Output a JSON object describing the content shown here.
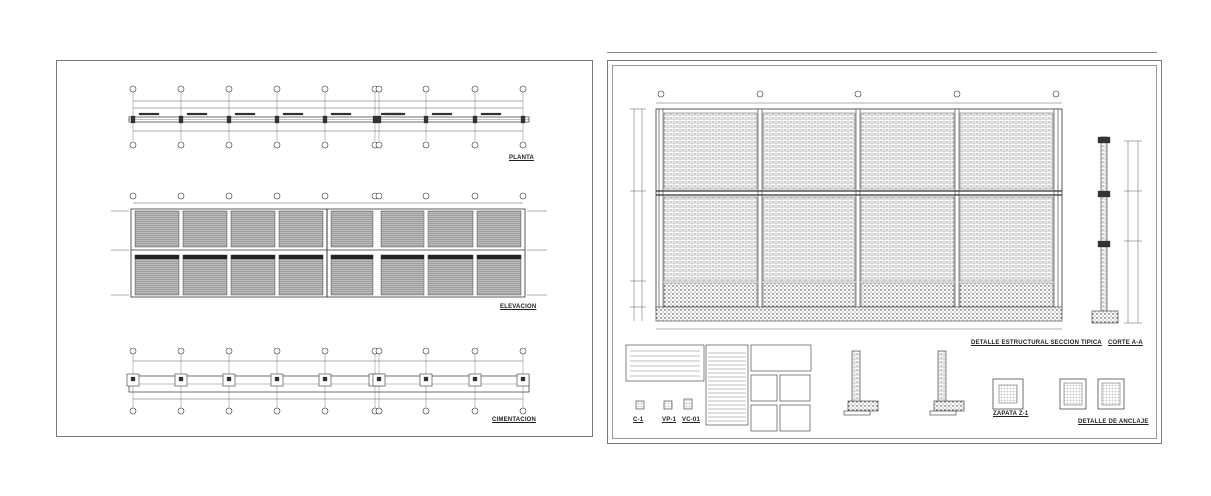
{
  "sheet1": {
    "planta_label": "PLANTA",
    "elevacion_label": "ELEVACION",
    "cimentacion_label": "CIMENTACION"
  },
  "sheet2": {
    "detalle_label": "DETALLE ESTRUCTURAL SECCION TIPICA",
    "corte_label": "CORTE A-A",
    "zapata_label": "ZAPATA Z-1",
    "anclaje_label": "DETALLE DE ANCLAJE",
    "c1_label": "C-1",
    "vp_label": "VP-1",
    "vc_label": "VC-01"
  },
  "colors": {
    "line": "#333333",
    "hatch": "#555555",
    "frame": "#7a7a7a"
  }
}
